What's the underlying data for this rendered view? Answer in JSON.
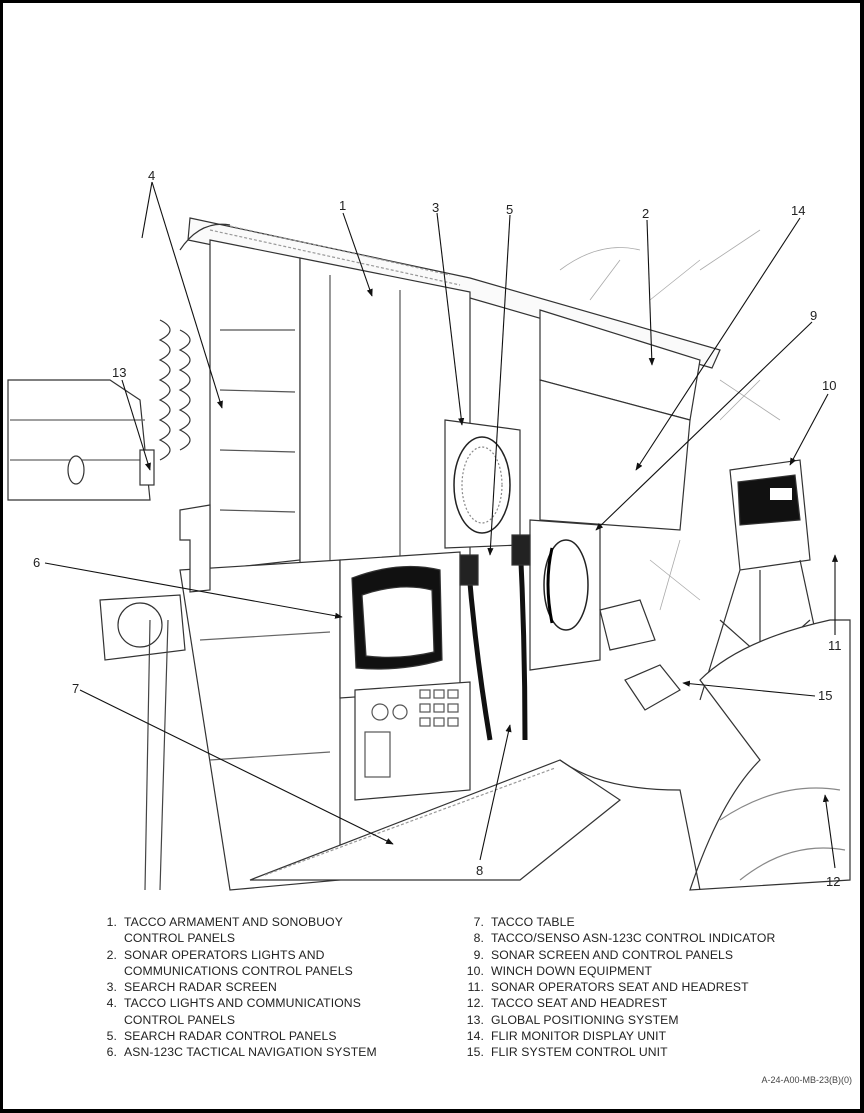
{
  "figure": {
    "figure_id": "A-24-A00-MB-23(B)(0)",
    "callouts": [
      "1",
      "2",
      "3",
      "4",
      "5",
      "6",
      "7",
      "8",
      "9",
      "10",
      "11",
      "12",
      "13",
      "14",
      "15"
    ]
  },
  "legend": {
    "left": [
      {
        "num": "1.",
        "text": "TACCO ARMAMENT AND SONOBUOY\nCONTROL PANELS"
      },
      {
        "num": "2.",
        "text": "SONAR OPERATORS LIGHTS AND\nCOMMUNICATIONS CONTROL PANELS"
      },
      {
        "num": "3.",
        "text": "SEARCH RADAR SCREEN"
      },
      {
        "num": "4.",
        "text": "TACCO LIGHTS AND COMMUNICATIONS\nCONTROL PANELS"
      },
      {
        "num": "5.",
        "text": "SEARCH RADAR CONTROL PANELS"
      },
      {
        "num": "6.",
        "text": "ASN-123C TACTICAL NAVIGATION SYSTEM"
      }
    ],
    "right": [
      {
        "num": "7.",
        "text": "TACCO TABLE"
      },
      {
        "num": "8.",
        "text": "TACCO/SENSO ASN-123C CONTROL INDICATOR"
      },
      {
        "num": "9.",
        "text": "SONAR SCREEN AND CONTROL PANELS"
      },
      {
        "num": "10.",
        "text": "WINCH DOWN EQUIPMENT"
      },
      {
        "num": "11.",
        "text": "SONAR OPERATORS SEAT AND HEADREST"
      },
      {
        "num": "12.",
        "text": "TACCO SEAT AND HEADREST"
      },
      {
        "num": "13.",
        "text": "GLOBAL POSITIONING SYSTEM"
      },
      {
        "num": "14.",
        "text": "FLIR MONITOR DISPLAY UNIT"
      },
      {
        "num": "15.",
        "text": "FLIR SYSTEM CONTROL UNIT"
      }
    ]
  }
}
